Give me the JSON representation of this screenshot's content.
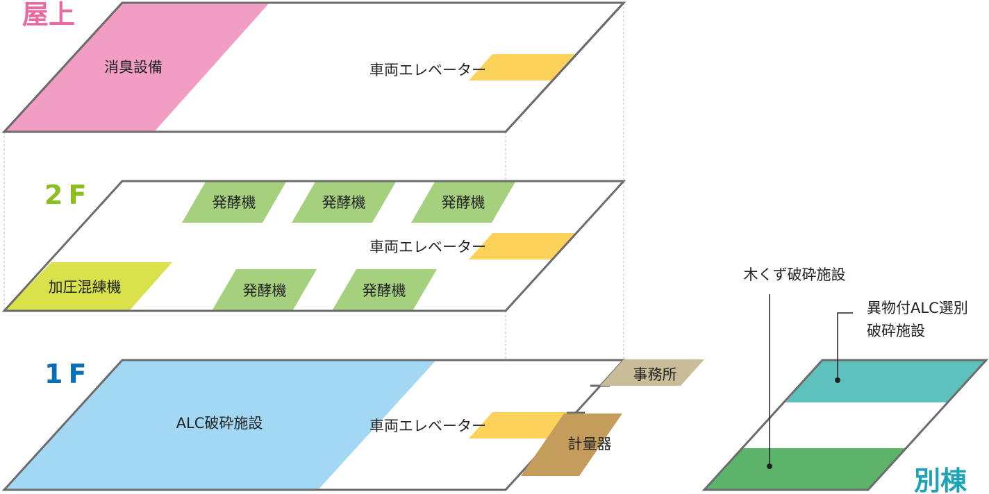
{
  "floors": {
    "roof": {
      "label": "屋上",
      "color": "#e86aa0",
      "areas": {
        "deodorizer": "消臭設備",
        "elevator": "車両エレベーター"
      }
    },
    "f2": {
      "label": "2F",
      "color": "#8cbe22",
      "areas": {
        "fermenter_1": "発酵機",
        "fermenter_2": "発酵機",
        "fermenter_3": "発酵機",
        "fermenter_4": "発酵機",
        "fermenter_5": "発酵機",
        "elevator": "車両エレベーター",
        "mixer": "加圧混練機"
      }
    },
    "f1": {
      "label": "1F",
      "color": "#0a6db5",
      "areas": {
        "alc_crusher": "ALC破砕施設",
        "elevator": "車両エレベーター",
        "office": "事務所",
        "scale": "計量器"
      }
    }
  },
  "annex": {
    "label": "別棟",
    "color": "#1ba3b8",
    "wood_crusher": "木くず破砕施設",
    "alc_sort_line1": "異物付ALC選別",
    "alc_sort_line2": "破砕施設"
  },
  "colors": {
    "outline": "#6b6b6b",
    "deodorizer": "#f29ec4",
    "elevator": "#fcd25a",
    "fermenter": "#a5d07e",
    "mixer": "#d9e24a",
    "alc_crusher": "#a2d8f4",
    "office": "#c9bc98",
    "scale": "#c49c5c",
    "annex_teal": "#5fc1bd",
    "annex_green": "#5cb36a"
  }
}
